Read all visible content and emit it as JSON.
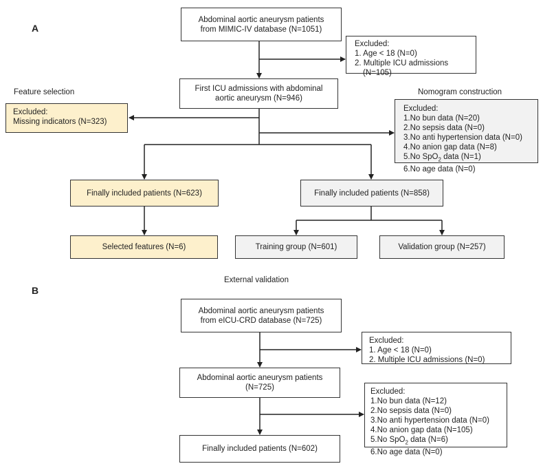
{
  "panel_a": {
    "label": "A",
    "feature_selection_label": "Feature selection",
    "nomogram_label": "Nomogram construction",
    "source": {
      "line1": "Abdominal aortic aneurysm patients",
      "line2": "from MIMIC-IV database (N=1051)"
    },
    "excluded1": {
      "title": "Excluded:",
      "items": [
        "1. Age < 18 (N=0)",
        "2. Multiple ICU admissions",
        "(N=105)"
      ]
    },
    "first_icu": {
      "line1": "First ICU admissions with abdominal",
      "line2": "aortic aneurysm (N=946)"
    },
    "excluded_feature": {
      "title": "Excluded:",
      "items": [
        "Missing indicators (N=323)"
      ]
    },
    "excluded_nomogram": {
      "title": "Excluded:",
      "items": [
        "1.No bun data (N=20)",
        "2.No sepsis data (N=0)",
        "3.No anti hypertension data (N=0)",
        "4.No anion gap data (N=8)",
        "5.No SpO",
        "6.No age data (N=0)"
      ],
      "spo2_sub": "2",
      "spo2_tail": " data (N=1)"
    },
    "finally_left": "Finally included patients (N=623)",
    "finally_right": "Finally included patients (N=858)",
    "selected_features": "Selected features (N=6)",
    "training": "Training group (N=601)",
    "validation": "Validation group (N=257)"
  },
  "panel_b": {
    "label": "B",
    "external_label": "External validation",
    "source": {
      "line1": "Abdominal aortic aneurysm patients",
      "line2": "from eICU-CRD database (N=725)"
    },
    "excluded1": {
      "title": "Excluded:",
      "items": [
        "1. Age < 18 (N=0)",
        "2. Multiple ICU admissions (N=0)"
      ]
    },
    "aaa": {
      "line1": "Abdominal aortic aneurysm patients",
      "line2": "(N=725)"
    },
    "excluded2": {
      "title": "Excluded:",
      "items": [
        "1.No bun data (N=12)",
        "2.No sepsis data (N=0)",
        "3.No anti hypertension data (N=0)",
        "4.No anion gap data (N=105)",
        "5.No SpO",
        "6.No age data (N=0)"
      ],
      "spo2_sub": "2",
      "spo2_tail": " data (N=6)"
    },
    "finally": "Finally included patients (N=602)"
  }
}
